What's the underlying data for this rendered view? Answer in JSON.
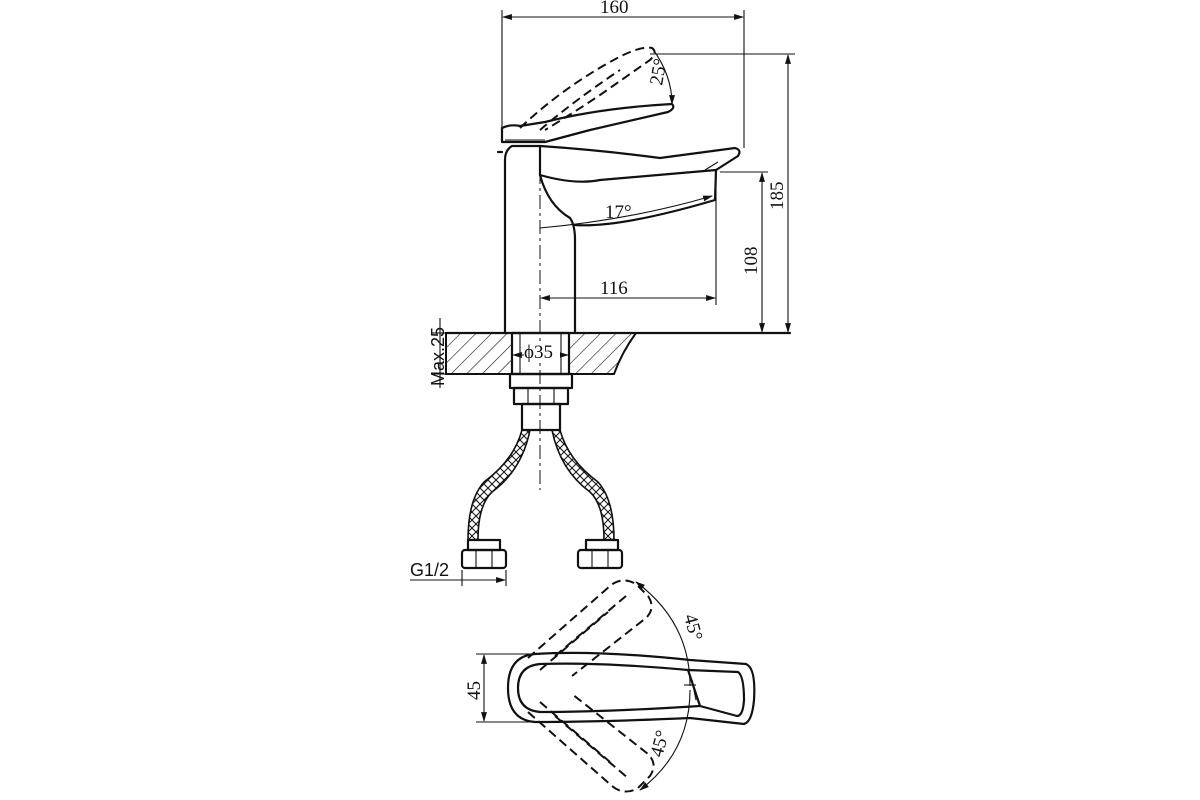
{
  "dimensions": {
    "overall_width": "160",
    "lever_angle": "25°",
    "total_height": "185",
    "spout_angle": "17°",
    "spout_height": "108",
    "spout_reach": "116",
    "max_countertop": "Max.25",
    "shank_diameter": "ϕ35",
    "connection_thread": "G1/2",
    "body_width": "45",
    "rotation_angle_left": "45°",
    "rotation_angle_right": "45°"
  }
}
